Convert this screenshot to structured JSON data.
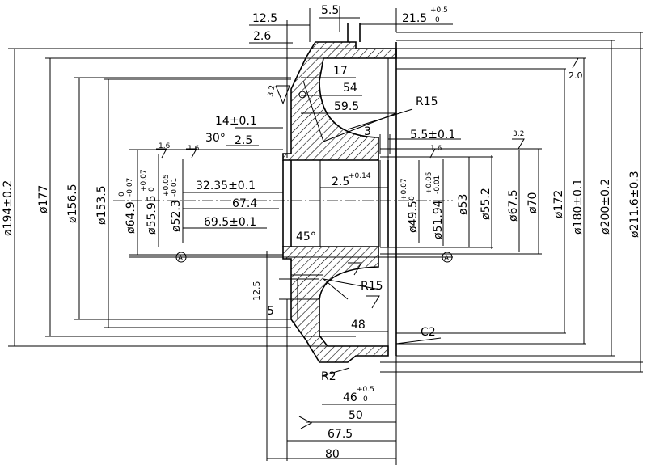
{
  "top_dims": {
    "d12_5": "12.5",
    "d2_6": "2.6",
    "d5_5": "5.5",
    "d21_5": "21.5",
    "d21_5_tol_up": "+0.5",
    "d21_5_tol_dn": "0"
  },
  "upper_section": {
    "d17": "17",
    "d54": "54",
    "d59_5": "59.5",
    "r15": "R15",
    "d14": "14±0.1",
    "ang30": "30°",
    "d2_5": "2.5",
    "d3": "3",
    "d5_5b": "5.5±0.1",
    "rough_3_2_a": "3.2",
    "rough_3_2_b": "3.2",
    "rough_2_0": "2.0",
    "rough_1_6_a": "1.6",
    "rough_1_6_b": "1.6",
    "rough_1_6_c": "1.6"
  },
  "bore_dims": {
    "d32_35": "32.35±0.1",
    "d67_4": "67.4",
    "d69_5": "69.5±0.1",
    "d2_5_tol": "2.5",
    "d2_5_tol_up": "+0.14",
    "ang45": "45°"
  },
  "left_diameters": [
    {
      "id": "d194",
      "text": "ø194±0.2"
    },
    {
      "id": "d177",
      "text": "ø177"
    },
    {
      "id": "d156",
      "text": "ø156.5"
    },
    {
      "id": "d153",
      "text": "ø153.5"
    },
    {
      "id": "d64_9",
      "text": "ø64.9",
      "up": "0",
      "dn": "-0.07"
    },
    {
      "id": "d55_95",
      "text": "ø55.95",
      "up": "+0.07",
      "dn": "0"
    },
    {
      "id": "d52_3",
      "text": "ø52.3",
      "up": "+0.05",
      "dn": "-0.01"
    }
  ],
  "right_diameters": [
    {
      "id": "d49_5",
      "text": "ø49.5",
      "up": "+0.07",
      "dn": "0"
    },
    {
      "id": "d51_94",
      "text": "ø51.94",
      "up": "+0.05",
      "dn": "-0.01"
    },
    {
      "id": "d53",
      "text": "ø53"
    },
    {
      "id": "d55_2",
      "text": "ø55.2"
    },
    {
      "id": "d67_5",
      "text": "ø67.5"
    },
    {
      "id": "d70",
      "text": "ø70"
    },
    {
      "id": "d172",
      "text": "ø172"
    },
    {
      "id": "d180",
      "text": "ø180±0.1"
    },
    {
      "id": "d200",
      "text": "ø200±0.2"
    },
    {
      "id": "d211",
      "text": "ø211.6±0.3"
    }
  ],
  "lower_section": {
    "r15": "R15",
    "d12_5": "12.5",
    "d5": "5",
    "d48": "48",
    "c2": "C2",
    "r2": "R2"
  },
  "bottom_dims": {
    "d46": "46",
    "d46_up": "+0.5",
    "d46_dn": "0",
    "d50": "50",
    "d67_5": "67.5",
    "d80": "80"
  },
  "datum_symbol": "A"
}
